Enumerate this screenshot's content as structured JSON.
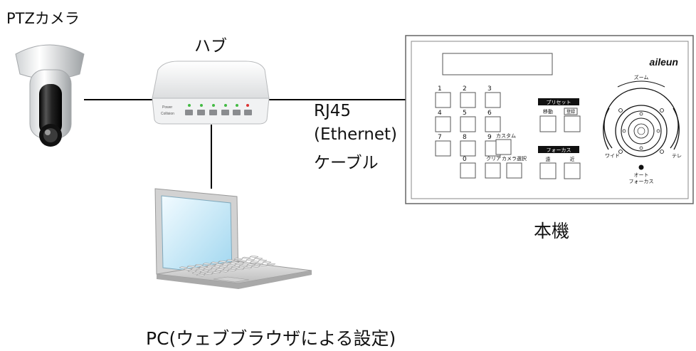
{
  "labels": {
    "camera": "PTZカメラ",
    "hub": "ハブ",
    "cable_line1": "RJ45",
    "cable_line2": "(Ethernet)",
    "cable_line3": "ケーブル",
    "device": "本機",
    "pc": "PC(ウェブブラウザによる設定)"
  },
  "hub_panel": {
    "power": "Power",
    "collision": "Collision"
  },
  "keypad": {
    "brand": "aileun",
    "number_keys": [
      "1",
      "2",
      "3",
      "4",
      "5",
      "6",
      "7",
      "8",
      "9",
      "0"
    ],
    "custom_label": "カスタム",
    "clear_label": "クリア",
    "camera_select_label": "カメラ選択",
    "preset_header": "プリセット",
    "preset_move": "移動",
    "preset_register": "登録",
    "focus_header": "フォーカス",
    "focus_far": "遠",
    "focus_near": "近",
    "zoom_label": "ズーム",
    "wide_label": "ワイド",
    "tele_label": "テレ",
    "autofocus_line1": "オート",
    "autofocus_line2": "フォーカス"
  }
}
